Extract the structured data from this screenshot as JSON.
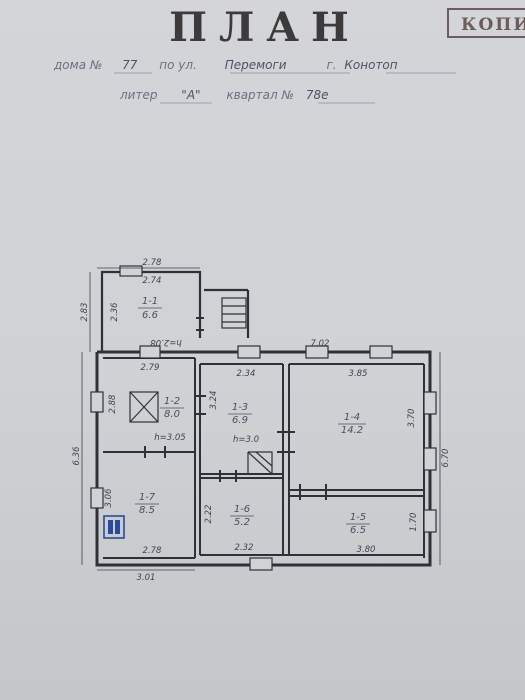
{
  "header": {
    "title": "ПЛАН",
    "stamp": "КОПИ",
    "line1_prefix": "дома №",
    "house_number": "77",
    "line1_mid": "по ул.",
    "street": "Перемоги",
    "line1_city_prefix": "г.",
    "city": "Конотоп",
    "line2_prefix": "литер",
    "litera": "\"А\"",
    "line2_mid": "квартал №",
    "quarter": "78е"
  },
  "rooms": [
    {
      "id": "1-1",
      "area": "6.6"
    },
    {
      "id": "1-2",
      "area": "8.0"
    },
    {
      "id": "1-3",
      "area": "6.9"
    },
    {
      "id": "1-4",
      "area": "14.2"
    },
    {
      "id": "1-5",
      "area": "6.5"
    },
    {
      "id": "1-6",
      "area": "5.2"
    },
    {
      "id": "1-7",
      "area": "8.5"
    }
  ],
  "dimensions": {
    "annex_top_outer": "2.78",
    "annex_top_inner": "2.74",
    "annex_left_outer": "2.83",
    "annex_left_inner": "2.36",
    "annex_height_note": "h=2.08",
    "house_top": "7.02",
    "room12_top": "2.79",
    "room12_side": "2.88",
    "room13_top": "2.34",
    "room13_side": "3.24",
    "room14_top": "3.85",
    "room14_side": "3.70",
    "room16_side": "2.22",
    "room16_bottom": "2.32",
    "room15_side": "1.70",
    "room15_bottom": "3.80",
    "room17_side": "3.06",
    "room17_bottom": "2.78",
    "house_bottom": "3.01",
    "left_total": "6.36",
    "right_total": "6.70",
    "height_12": "h=3.05",
    "height_13": "h=3.0"
  }
}
